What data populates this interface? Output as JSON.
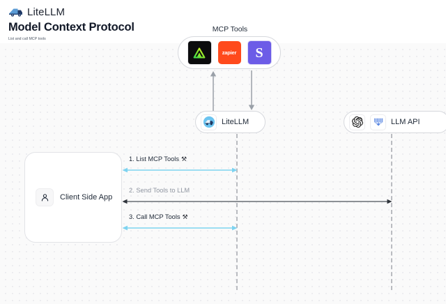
{
  "header": {
    "brand": "LiteLLM",
    "brand_logo_icon": "litellm-truck-icon",
    "title": "Model Context Protocol",
    "subtitle": "List and call MCP tools"
  },
  "diagram": {
    "mcp_group": {
      "label": "MCP Tools",
      "tools": [
        {
          "name": "black-triangle-tool-icon",
          "text": ""
        },
        {
          "name": "zapier-tool-icon",
          "text": "zapier"
        },
        {
          "name": "supabase-s-tool-icon",
          "text": "S"
        }
      ]
    },
    "nodes": [
      {
        "key": "litellm",
        "label": "LiteLLM",
        "icons": [
          "litellm-truck-icon"
        ]
      },
      {
        "key": "llm_api",
        "label": "LLM API",
        "icons": [
          "openai-icon",
          "anthropic-icon"
        ]
      }
    ],
    "client": {
      "label": "Client Side App",
      "icon": "user-icon"
    },
    "messages": [
      {
        "key": "m1",
        "label": "1. List MCP Tools",
        "emoji": "⚒",
        "emoji_name": "hammer-and-wrench-icon",
        "color": "#7dd3f0",
        "style": "blue",
        "direction": "bidirectional"
      },
      {
        "key": "m2",
        "label": "2. Send Tools to LLM",
        "emoji": "",
        "emoji_name": "",
        "color": "#4b5058",
        "style": "gray",
        "direction": "bidirectional"
      },
      {
        "key": "m3",
        "label": "3. Call MCP Tools",
        "emoji": "⚒",
        "emoji_name": "hammer-and-wrench-icon",
        "color": "#7dd3f0",
        "style": "blue",
        "direction": "bidirectional"
      }
    ],
    "colors": {
      "accent_blue": "#7dd3f0",
      "dark_line": "#4b5058",
      "lifeline": "#b9bbc0",
      "canvas_bg": "#fafafa",
      "zapier_orange": "#ff4a1c",
      "supabase_purple": "#6c5ce7"
    }
  }
}
